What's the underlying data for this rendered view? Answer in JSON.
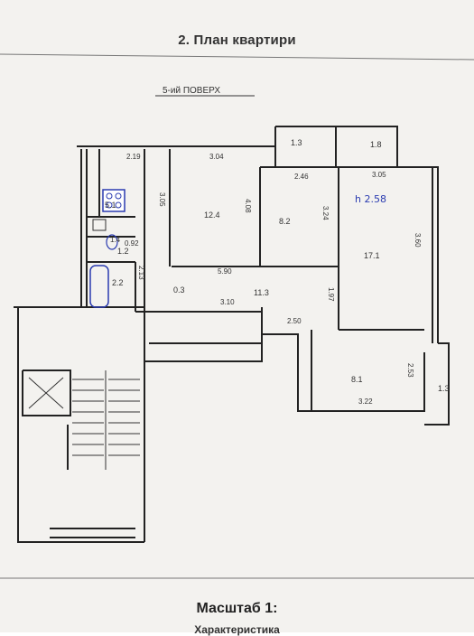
{
  "header": {
    "title": "2. План квартири"
  },
  "floor_label": "5-ий ПОВЕРХ",
  "height_note": "h 2.58",
  "rooms": [
    {
      "id": "kitchen",
      "area": "5.1"
    },
    {
      "id": "room1",
      "area": "12.4"
    },
    {
      "id": "room2",
      "area": "8.2"
    },
    {
      "id": "room3",
      "area": "17.1"
    },
    {
      "id": "hall",
      "area": "11.3"
    },
    {
      "id": "room4",
      "area": "8.1"
    },
    {
      "id": "balcony1",
      "area": "1.3"
    },
    {
      "id": "balcony2",
      "area": "1.8"
    },
    {
      "id": "balcony3",
      "area": "1.3"
    },
    {
      "id": "wc",
      "area": "1.2"
    },
    {
      "id": "bath",
      "area": "2.2"
    },
    {
      "id": "closet",
      "area": "0.3"
    }
  ],
  "dimensions": {
    "d219": "2.19",
    "d304": "3.04",
    "d246": "2.46",
    "d305": "3.05",
    "d305v": "3.05",
    "d408": "4.08",
    "d324": "3.24",
    "d360": "3.60",
    "d092": "0.92",
    "d213": "2.13",
    "d590": "5.90",
    "d310": "3.10",
    "d197": "1.97",
    "d250": "2.50",
    "d253": "2.53",
    "d322": "3.22",
    "d14": "1.4"
  },
  "footer": {
    "scale": "Масштаб 1:",
    "cut_text": "Характеристика"
  }
}
